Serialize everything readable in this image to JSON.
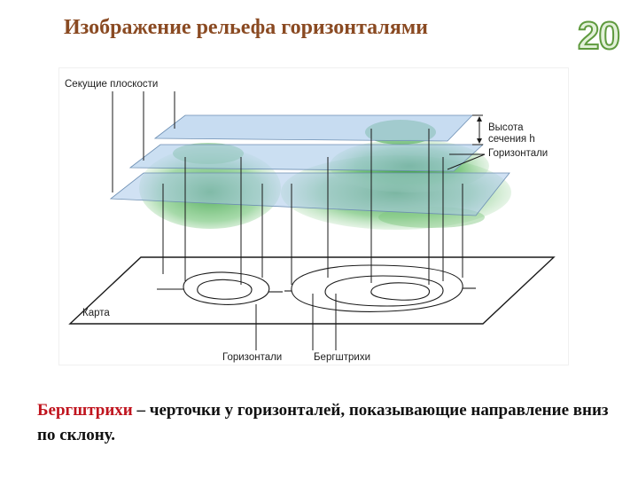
{
  "slide": {
    "title": "Изображение рельефа горизонталями",
    "number": "20"
  },
  "diagram": {
    "labels": {
      "cutting_planes": "Секущие плоскости",
      "section_height_line1": "Высота",
      "section_height_line2": "сечения h",
      "contours_right": "Горизонтали",
      "map": "Карта",
      "contours_bottom": "Горизонтали",
      "slope_ticks": "Бергштрихи"
    }
  },
  "definition": {
    "term": "Бергштрихи",
    "text": " – черточки  у  горизонталей, показывающие направление вниз по склону."
  },
  "colors": {
    "title": "#8a4a22",
    "term": "#c0141e",
    "plane": "#a9c9ea",
    "hill": "#57b35c",
    "number_fill": "#e3f1d9",
    "number_stroke": "#5f9a3e"
  }
}
